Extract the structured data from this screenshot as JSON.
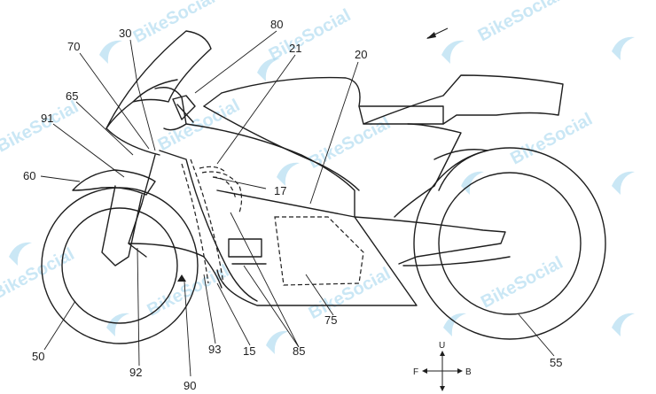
{
  "labels": {
    "n30": "30",
    "n80": "80",
    "n70": "70",
    "n21": "21",
    "n20": "20",
    "n65": "65",
    "n91": "91",
    "n60": "60",
    "n17": "17",
    "n50": "50",
    "n92": "92",
    "n93": "93",
    "n15": "15",
    "n85": "85",
    "n75": "75",
    "n90": "90",
    "n55": "55"
  },
  "axis": {
    "up": "U",
    "front": "F",
    "back": "B"
  },
  "watermark": {
    "text": "BikeSocial",
    "color": "#9fd3ec"
  }
}
